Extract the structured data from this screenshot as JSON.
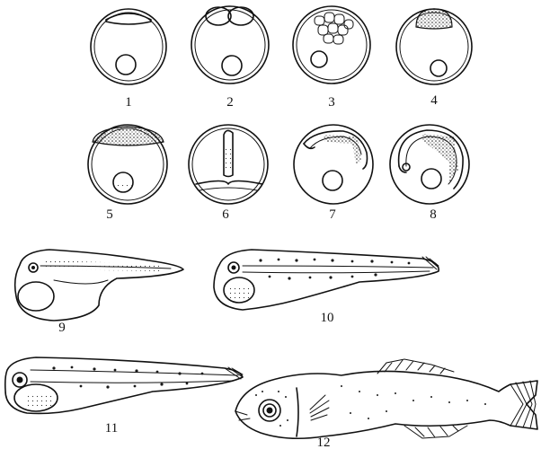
{
  "figure": {
    "stage_labels": [
      "1",
      "2",
      "3",
      "4",
      "5",
      "6",
      "7",
      "8",
      "9",
      "10",
      "11",
      "12"
    ]
  },
  "colors": {
    "ink": "#111111",
    "background": "#ffffff"
  }
}
